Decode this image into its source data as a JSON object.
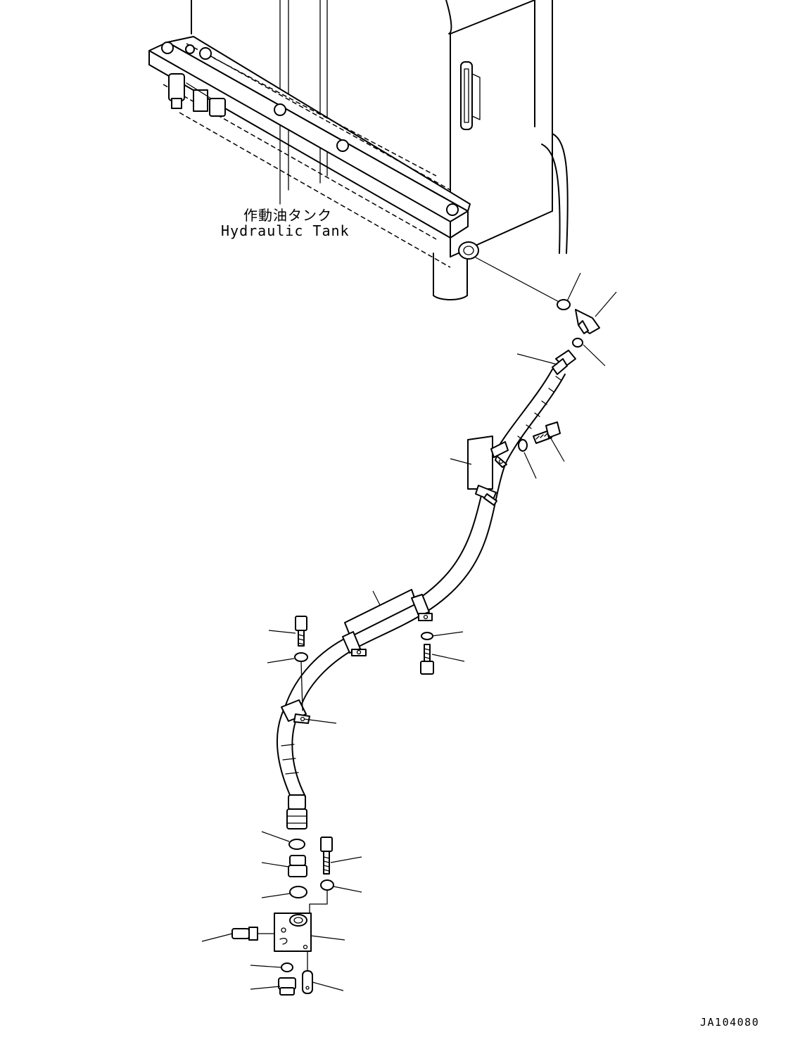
{
  "labels": {
    "tank_jp": "作動油タンク",
    "tank_en": "Hydraulic Tank",
    "drawing_code": "JA104080"
  }
}
